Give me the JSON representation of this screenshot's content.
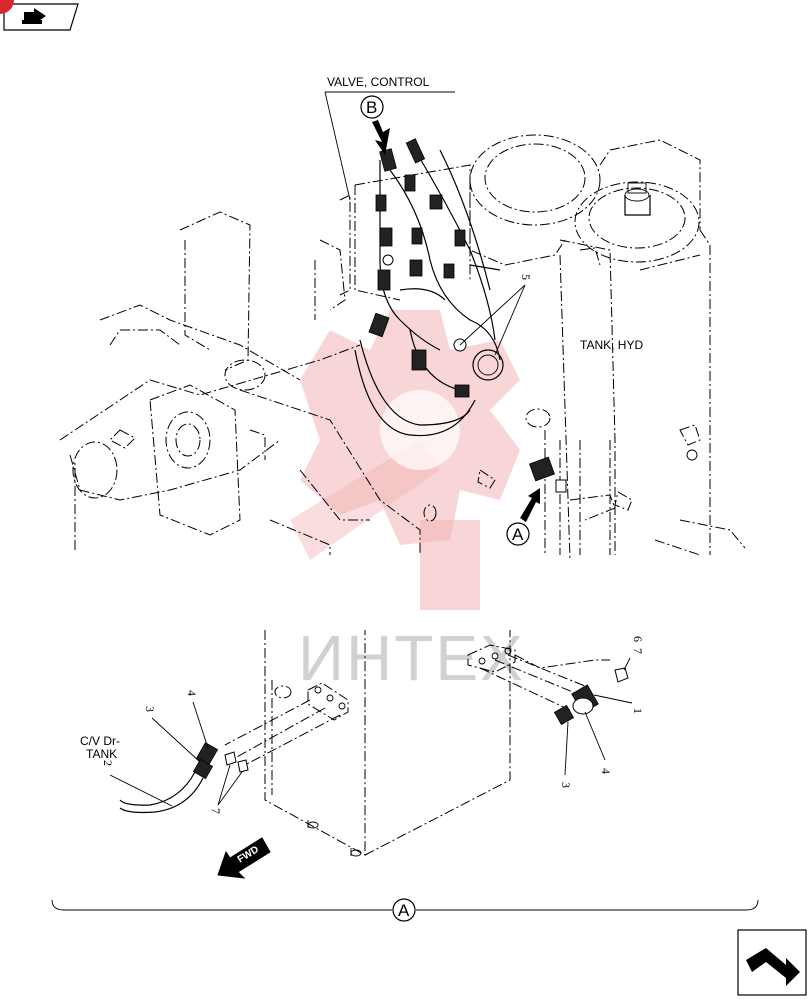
{
  "labels": {
    "valve_control": "VALVE, CONTROL",
    "tank_hyd": "TANK, HYD",
    "cv_dr_line1": "C/V Dr-",
    "cv_dr_line2": "TANK",
    "fwd": "FWD",
    "view_a": "A",
    "view_b": "B",
    "detail_a": "A"
  },
  "callouts": {
    "c5": "5",
    "c6": "6",
    "c7_top": "7",
    "c1": "1",
    "c4_right": "4",
    "c3_right": "3",
    "c4_left": "4",
    "c3_left": "3",
    "c2": "2",
    "c7_left": "7"
  },
  "watermark": {
    "text": "ИНТЕХ",
    "color": "#e8474c"
  },
  "nav": {
    "prev_icon": "back-arrow-icon",
    "next_icon": "next-arrow-icon"
  }
}
